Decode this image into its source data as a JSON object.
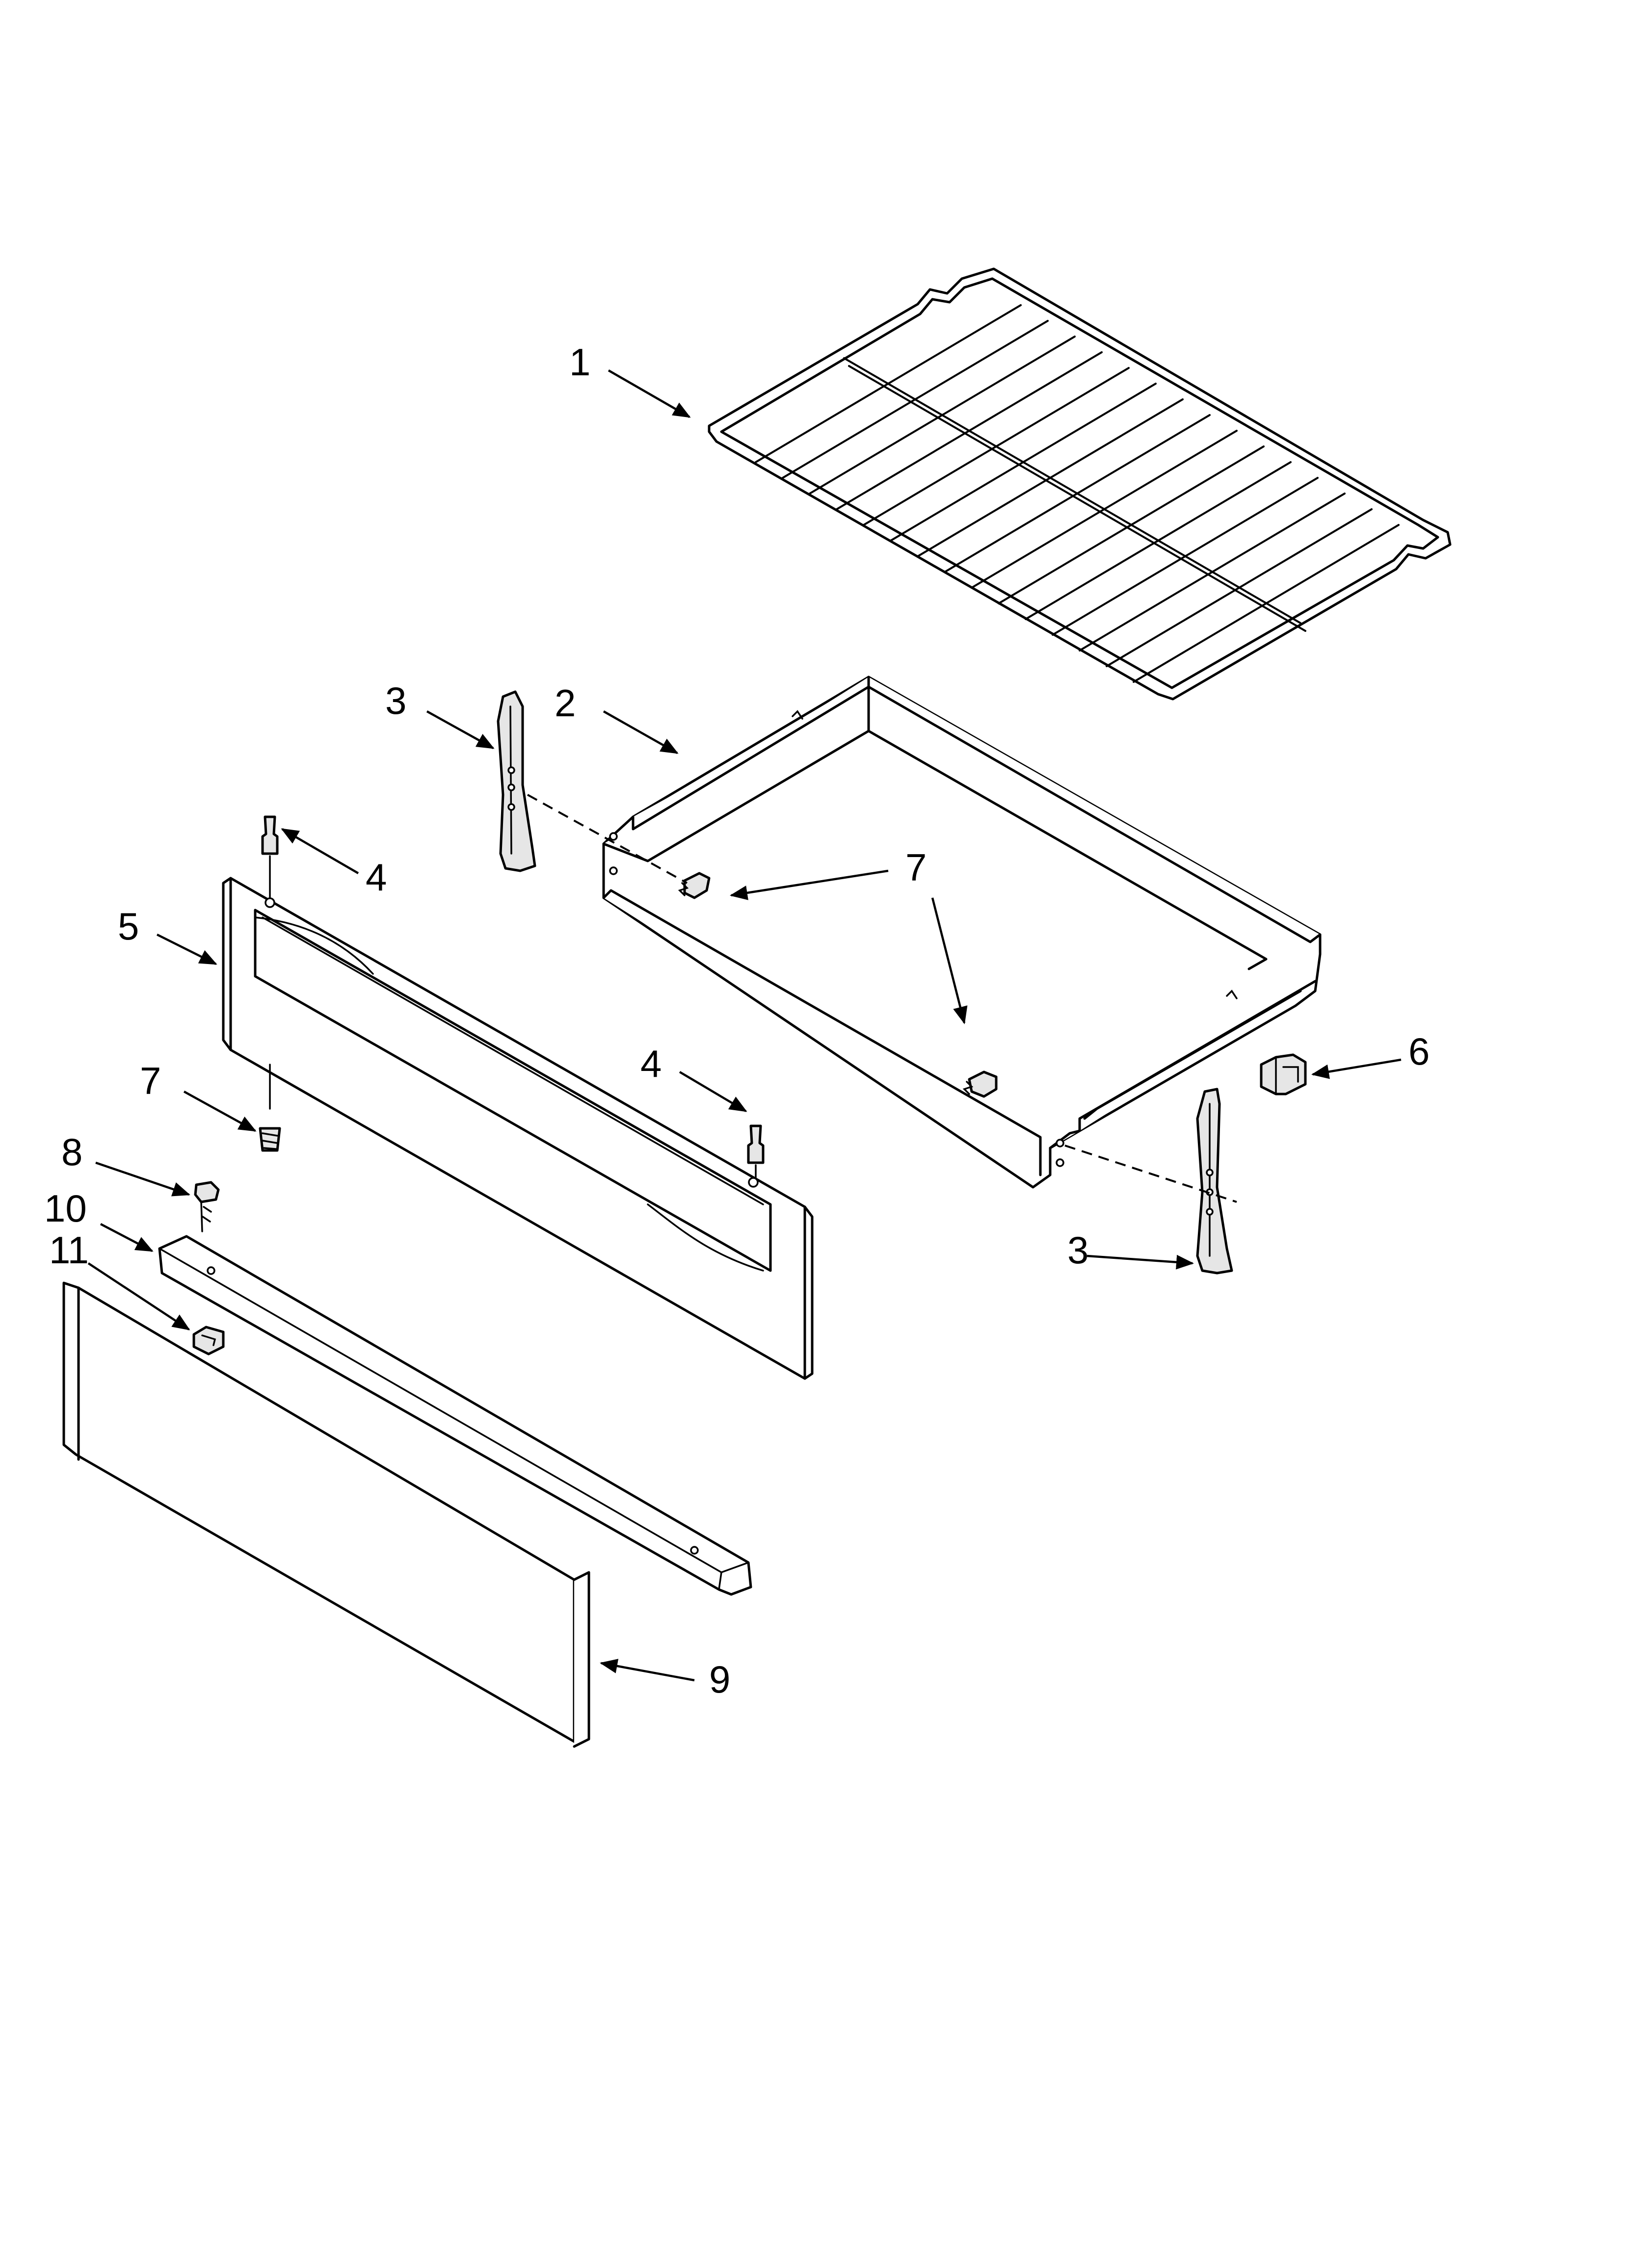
{
  "callouts": {
    "c1": "1",
    "c2": "2",
    "c3a": "3",
    "c3b": "3",
    "c4a": "4",
    "c4b": "4",
    "c5": "5",
    "c6": "6",
    "c7a": "7",
    "c7b": "7",
    "c8": "8",
    "c9": "9",
    "c10": "10",
    "c11": "11"
  }
}
